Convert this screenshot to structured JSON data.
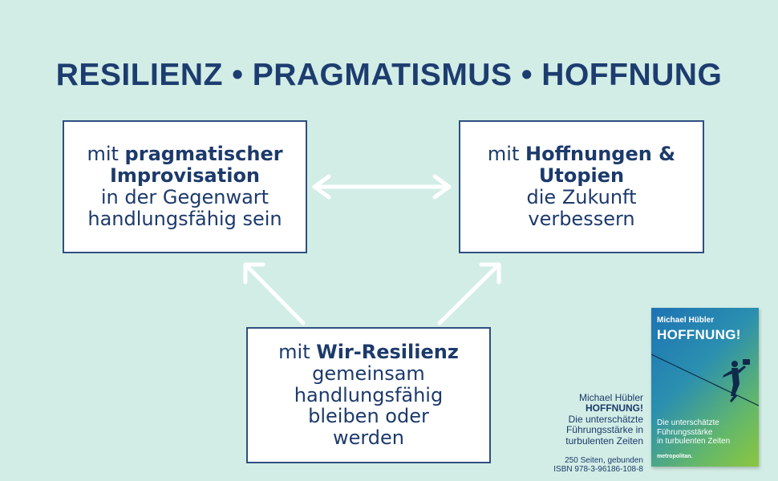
{
  "title": "RESILIENZ • PRAGMATISMUS • HOFFNUNG",
  "boxes": {
    "left": {
      "prefix": "mit",
      "bold": "pragmatischer Improvisation",
      "rest": "in der Gegenwart handlungsfähig sein"
    },
    "right": {
      "prefix": "mit",
      "bold": "Hoffnungen & Utopien",
      "rest": "die Zukunft verbessern"
    },
    "bottom": {
      "prefix": "mit",
      "bold": "Wir-Resilienz",
      "rest": "gemeinsam handlungsfähig bleiben oder werden"
    }
  },
  "book_info": {
    "author": "Michael Hübler",
    "title": "HOFFNUNG!",
    "subtitle_line1": "Die unterschätzte",
    "subtitle_line2": "Führungsstärke in",
    "subtitle_line3": "turbulenten Zeiten",
    "pages": "250 Seiten, gebunden",
    "isbn": "ISBN 978-3-96186-108-8"
  },
  "cover": {
    "author": "Michael Hübler",
    "title": "HOFFNUNG!",
    "subtitle_line1": "Die unterschätzte",
    "subtitle_line2": "Führungsstärke",
    "subtitle_line3": "in turbulenten Zeiten",
    "publisher": "metropolitan."
  }
}
